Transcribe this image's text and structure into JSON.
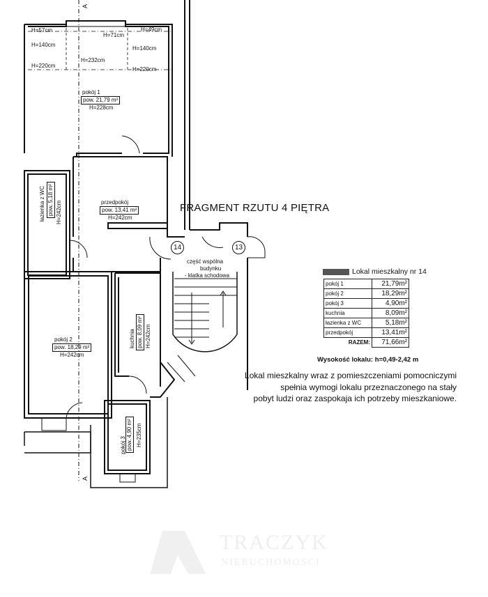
{
  "plan": {
    "title": "FRAGMENT RZUTU 4 PIĘTRA",
    "section_marker": "A",
    "heights_top": [
      "H=57cm",
      "H=71cm",
      "H=49cm",
      "H=140cm",
      "H=140cm",
      "H=232cm",
      "H=220cm",
      "H=220cm"
    ],
    "rooms": {
      "pokoj1": {
        "name": "pokój 1",
        "area": "pow. 21,79 m²",
        "height": "H=228cm"
      },
      "lazienka": {
        "name": "łazienka z WC",
        "area": "pow. 5,18 m²",
        "height": "H=242cm"
      },
      "przedpokoj": {
        "name": "przedpokój",
        "area": "pow. 13,41 m²",
        "height": "H=242cm"
      },
      "pokoj2": {
        "name": "pokój 2",
        "area": "pow. 18,29 m²",
        "height": "H=242cm"
      },
      "kuchnia": {
        "name": "kuchnia",
        "area": "pow. 8,09 m²",
        "height": "H=242cm"
      },
      "pokoj3": {
        "name": "pokój 3",
        "area": "pow. 4,90 m²",
        "height": "H=235cm"
      }
    },
    "unit_numbers": [
      "14",
      "13"
    ],
    "common_area": [
      "część wspólna",
      "budynku",
      "- klatka schodowa"
    ]
  },
  "summary": {
    "heading": "Lokal mieszkalny nr 14",
    "rows": [
      {
        "label": "pokój 1",
        "value": "21,79m²"
      },
      {
        "label": "pokój 2",
        "value": "18,29m²"
      },
      {
        "label": "pokój 3",
        "value": "4,90m²"
      },
      {
        "label": "kuchnia",
        "value": "8,09m²"
      },
      {
        "label": "łazienka z WC",
        "value": "5,18m²"
      },
      {
        "label": "przedpokój",
        "value": "13,41m²"
      }
    ],
    "total_label": "RAZEM:",
    "total_value": "71,66m²",
    "height": "Wysokość lokalu: h=0,49-2,42 m"
  },
  "note": [
    "Lokal mieszkalny wraz z pomieszczeniami pomocniczymi",
    "spełnia wymogi lokalu przeznaczonego na stały",
    "pobyt ludzi oraz zaspokaja ich potrzeby mieszkaniowe."
  ],
  "watermark": {
    "brand": "TRACZYK",
    "sub": "NIERUCHOMOSCI"
  }
}
